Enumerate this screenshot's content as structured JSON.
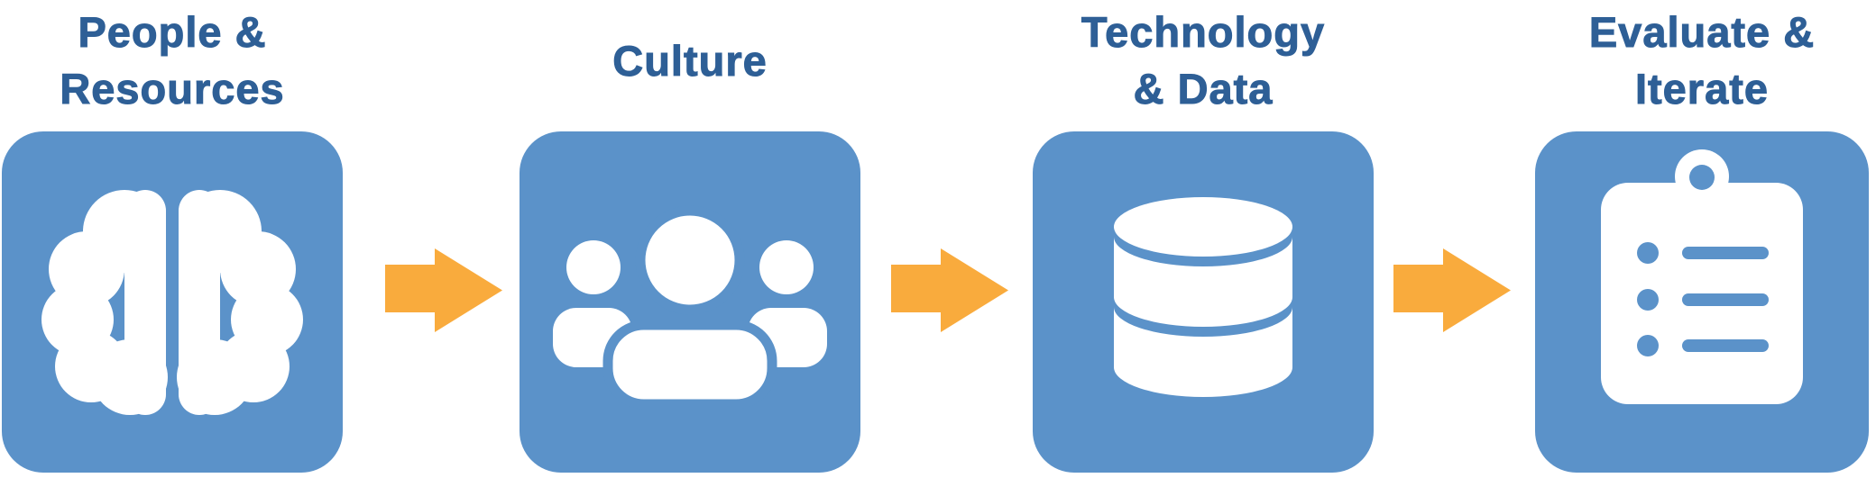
{
  "diagram": {
    "type": "process-flow",
    "steps": [
      {
        "label": "People &\nResources",
        "icon": "brain-icon"
      },
      {
        "label": "Culture",
        "icon": "people-group-icon"
      },
      {
        "label": "Technology\n& Data",
        "icon": "database-icon"
      },
      {
        "label": "Evaluate &\nIterate",
        "icon": "clipboard-checklist-icon"
      }
    ],
    "connector": {
      "type": "arrow",
      "direction": "right",
      "count": 3
    },
    "colors": {
      "tile_blue": "#5B92C9",
      "title_text": "#2E5F96",
      "arrow_orange": "#F9AB3D",
      "icon_fill": "#FFFFFF",
      "background": "#FFFFFF"
    }
  }
}
